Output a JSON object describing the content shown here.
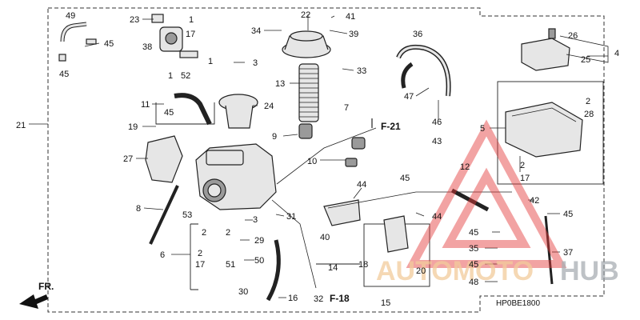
{
  "diagram": {
    "code": "HP0BE1800",
    "direction_label": "FR.",
    "references": [
      "F-21",
      "F-18"
    ]
  },
  "watermark": {
    "part1": "AUTOMOTO",
    "part2": "HUB"
  },
  "callouts": [
    {
      "id": "n49",
      "text": "49"
    },
    {
      "id": "n23",
      "text": "23"
    },
    {
      "id": "n1a",
      "text": "1"
    },
    {
      "id": "n17a",
      "text": "17"
    },
    {
      "id": "n38",
      "text": "38"
    },
    {
      "id": "n45a",
      "text": "45"
    },
    {
      "id": "n45b",
      "text": "45"
    },
    {
      "id": "n1b",
      "text": "1"
    },
    {
      "id": "n52",
      "text": "52"
    },
    {
      "id": "n1c",
      "text": "1"
    },
    {
      "id": "n22",
      "text": "22"
    },
    {
      "id": "n41",
      "text": "41"
    },
    {
      "id": "n34",
      "text": "34"
    },
    {
      "id": "n39",
      "text": "39"
    },
    {
      "id": "n36",
      "text": "36"
    },
    {
      "id": "n26",
      "text": "26"
    },
    {
      "id": "n4",
      "text": "4"
    },
    {
      "id": "n25",
      "text": "25"
    },
    {
      "id": "n3a",
      "text": "3"
    },
    {
      "id": "n33",
      "text": "33"
    },
    {
      "id": "n13",
      "text": "13"
    },
    {
      "id": "n11",
      "text": "11"
    },
    {
      "id": "n45c",
      "text": "45"
    },
    {
      "id": "n24",
      "text": "24"
    },
    {
      "id": "n47",
      "text": "47"
    },
    {
      "id": "n46",
      "text": "46"
    },
    {
      "id": "n2a",
      "text": "2"
    },
    {
      "id": "n28",
      "text": "28"
    },
    {
      "id": "n21",
      "text": "21"
    },
    {
      "id": "n19",
      "text": "19"
    },
    {
      "id": "n9",
      "text": "9"
    },
    {
      "id": "n7",
      "text": "7"
    },
    {
      "id": "n5",
      "text": "5"
    },
    {
      "id": "n43",
      "text": "43"
    },
    {
      "id": "n27",
      "text": "27"
    },
    {
      "id": "n10",
      "text": "10"
    },
    {
      "id": "n2b",
      "text": "2"
    },
    {
      "id": "n17b",
      "text": "17"
    },
    {
      "id": "n45d",
      "text": "45"
    },
    {
      "id": "n12",
      "text": "12"
    },
    {
      "id": "n44a",
      "text": "44"
    },
    {
      "id": "n8",
      "text": "8"
    },
    {
      "id": "n53",
      "text": "53"
    },
    {
      "id": "n42",
      "text": "42"
    },
    {
      "id": "n31",
      "text": "31"
    },
    {
      "id": "n3b",
      "text": "3"
    },
    {
      "id": "n44b",
      "text": "44"
    },
    {
      "id": "n45e",
      "text": "45"
    },
    {
      "id": "n2c",
      "text": "2"
    },
    {
      "id": "n2d",
      "text": "2"
    },
    {
      "id": "n29",
      "text": "29"
    },
    {
      "id": "n40",
      "text": "40"
    },
    {
      "id": "n45f",
      "text": "45"
    },
    {
      "id": "n6",
      "text": "6"
    },
    {
      "id": "n2e",
      "text": "2"
    },
    {
      "id": "n17c",
      "text": "17"
    },
    {
      "id": "n35",
      "text": "35"
    },
    {
      "id": "n51",
      "text": "51"
    },
    {
      "id": "n50",
      "text": "50"
    },
    {
      "id": "n37",
      "text": "37"
    },
    {
      "id": "n18",
      "text": "18"
    },
    {
      "id": "n14",
      "text": "14"
    },
    {
      "id": "n20",
      "text": "20"
    },
    {
      "id": "n45g",
      "text": "45"
    },
    {
      "id": "n30",
      "text": "30"
    },
    {
      "id": "n16",
      "text": "16"
    },
    {
      "id": "n32",
      "text": "32"
    },
    {
      "id": "n15",
      "text": "15"
    },
    {
      "id": "n48",
      "text": "48"
    }
  ]
}
